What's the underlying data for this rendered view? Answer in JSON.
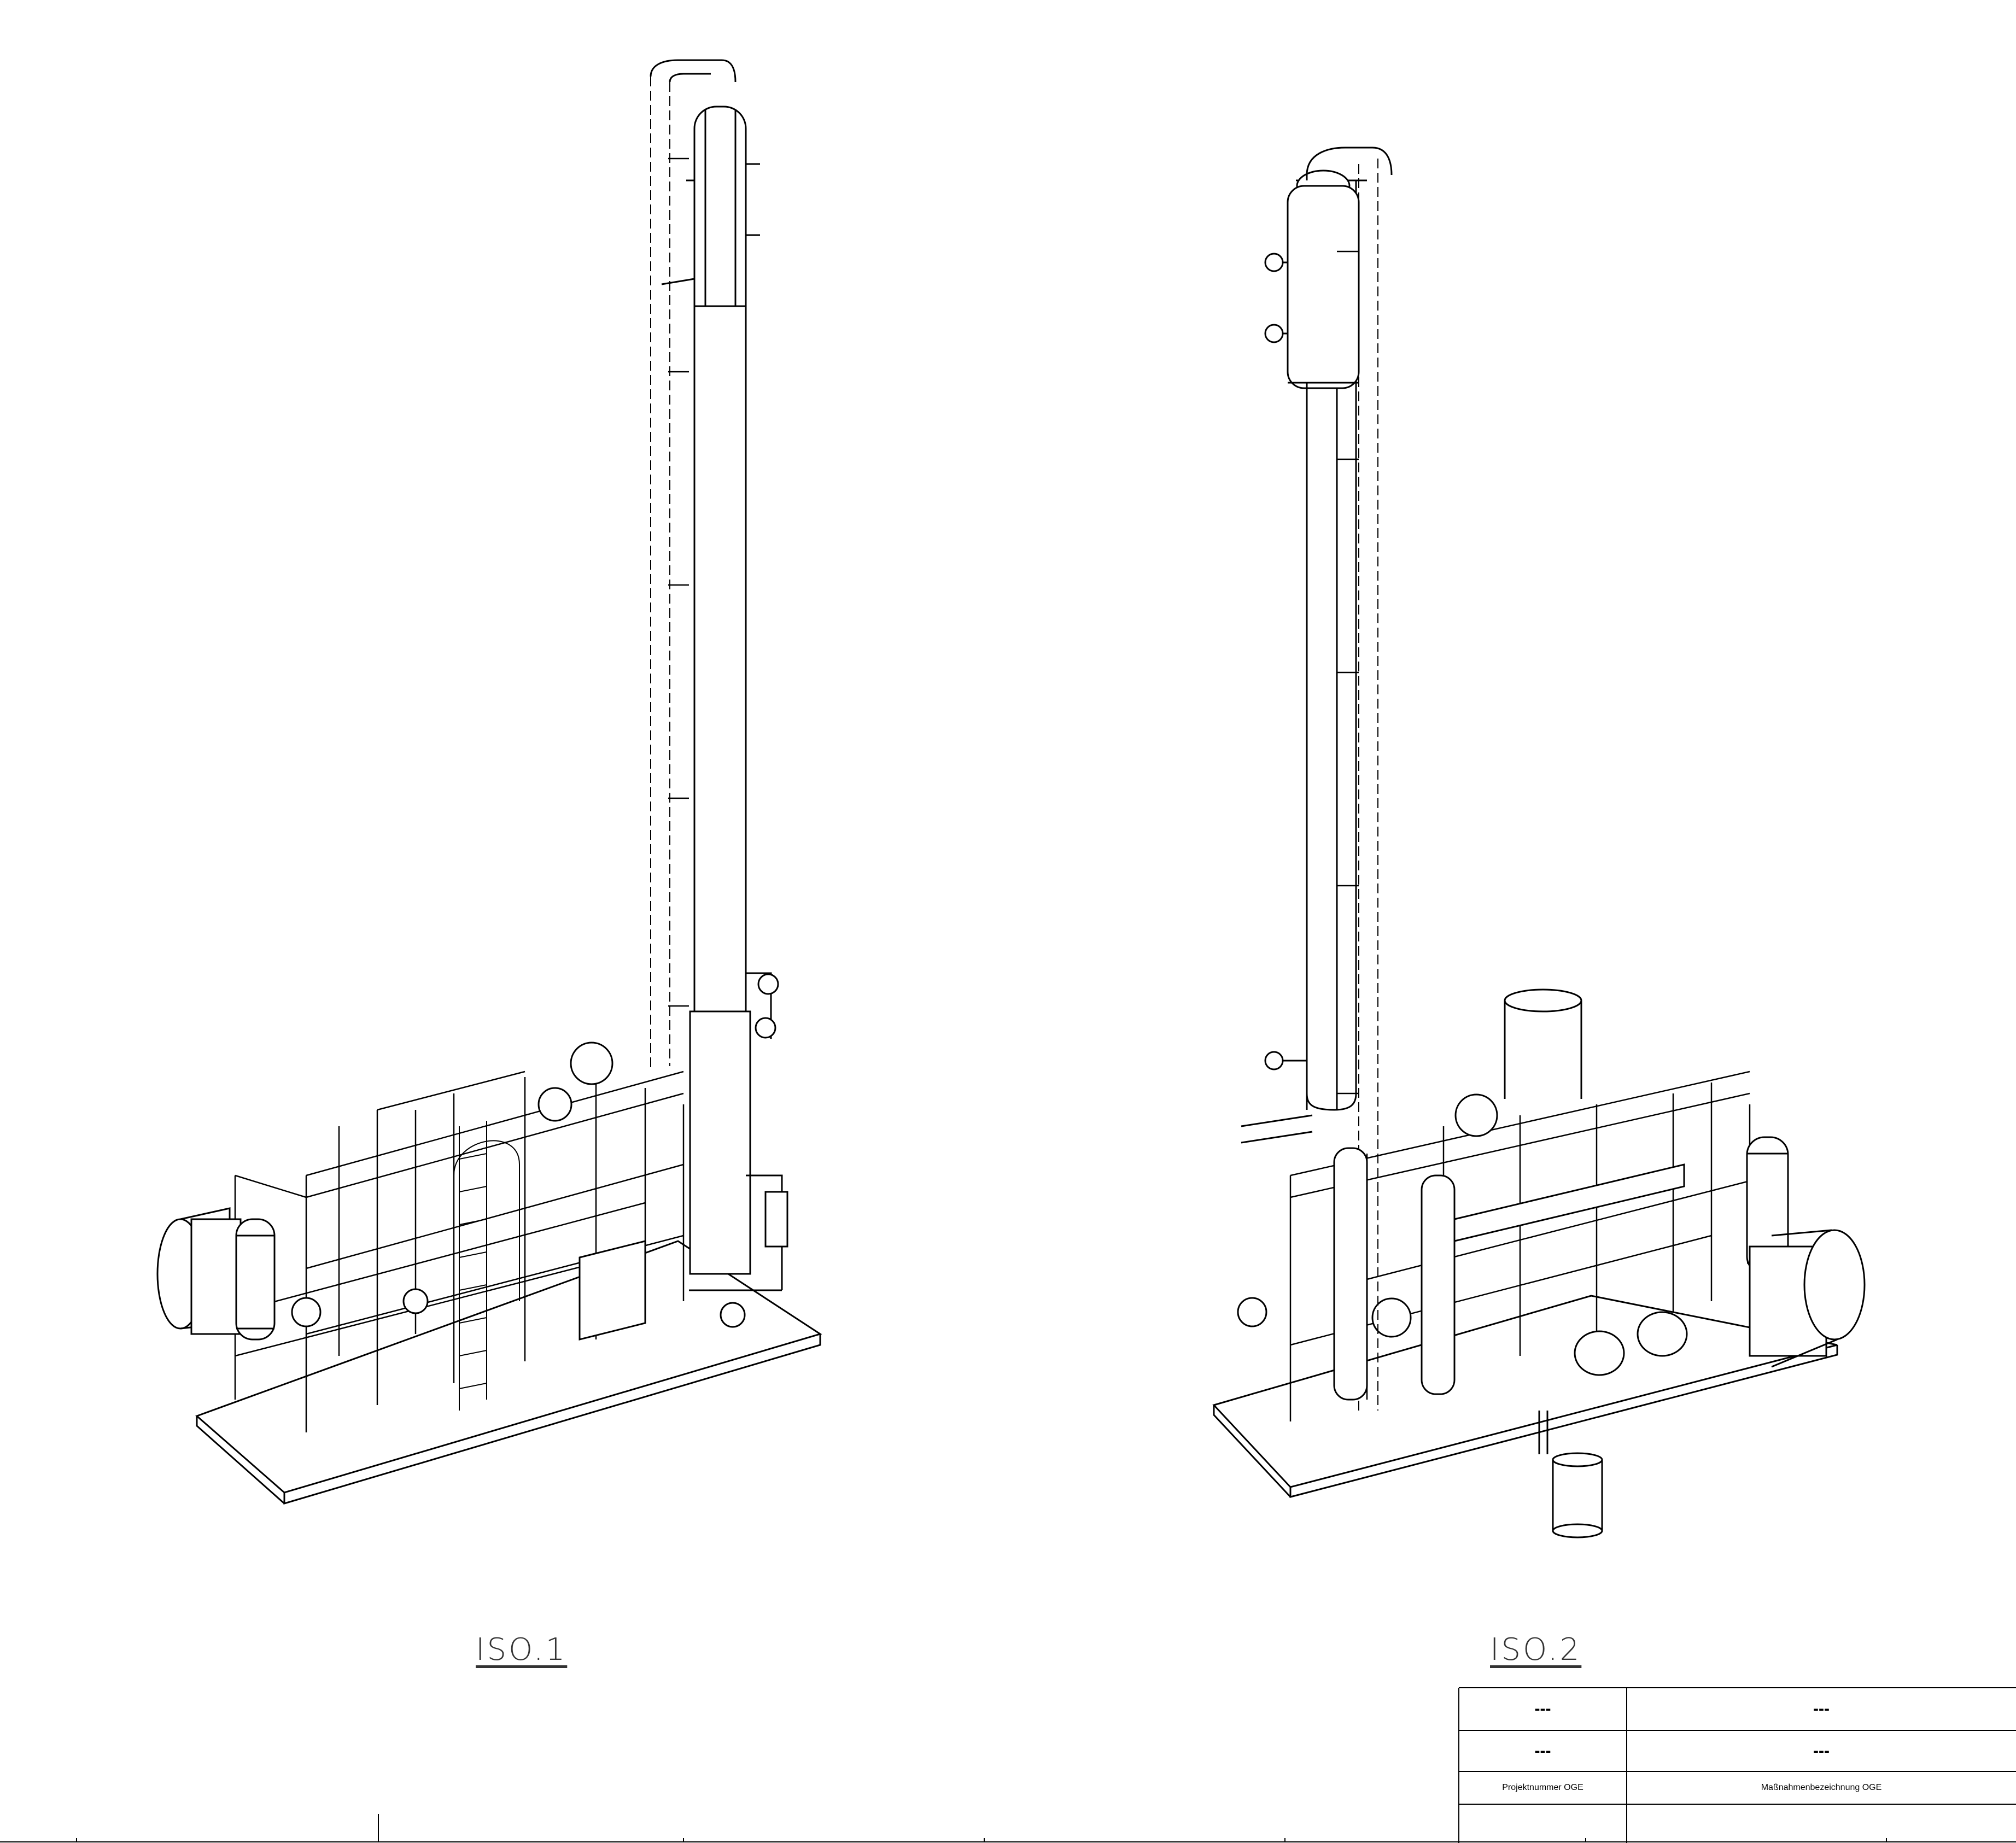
{
  "views": [
    {
      "label": "ISO.1"
    },
    {
      "label": "ISO.2"
    }
  ],
  "title_block": {
    "rows": [
      {
        "left": "---",
        "right": "---"
      },
      {
        "left": "---",
        "right": "---"
      }
    ],
    "captions": {
      "left": "Projektnummer OGE",
      "right": "Maßnahmenbezeichnung OGE"
    }
  }
}
